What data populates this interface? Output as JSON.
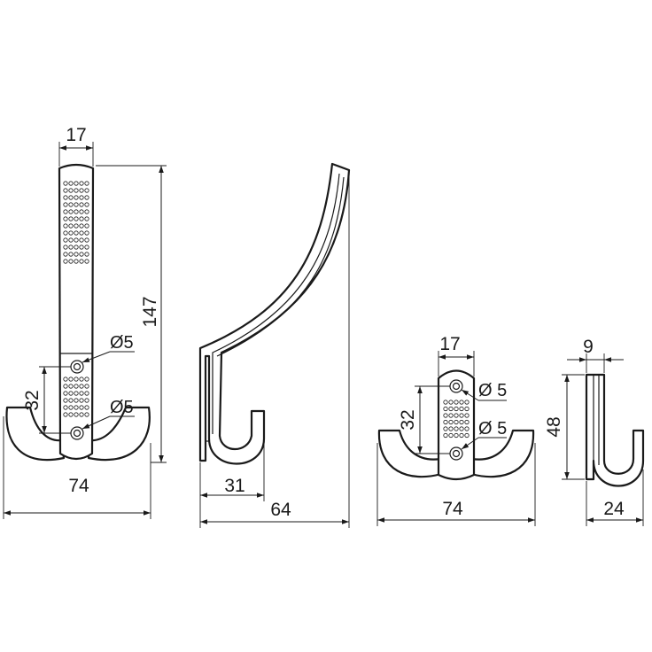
{
  "colors": {
    "line": "#1a1a1a",
    "background": "#ffffff"
  },
  "views": {
    "front_large": {
      "width_label": "17",
      "height_label": "147",
      "hole_spacing_label": "32",
      "hole_top_label": "Ø5",
      "hole_bottom_label": "Ø5",
      "span_label": "74"
    },
    "side_large": {
      "hook_depth_label": "31",
      "depth_label": "64"
    },
    "front_small": {
      "width_label": "17",
      "hole_spacing_label": "32",
      "hole_top_label": "Ø 5",
      "hole_bottom_label": "Ø 5",
      "span_label": "74"
    },
    "side_small": {
      "thickness_label": "9",
      "height_label": "48",
      "depth_label": "24"
    }
  }
}
